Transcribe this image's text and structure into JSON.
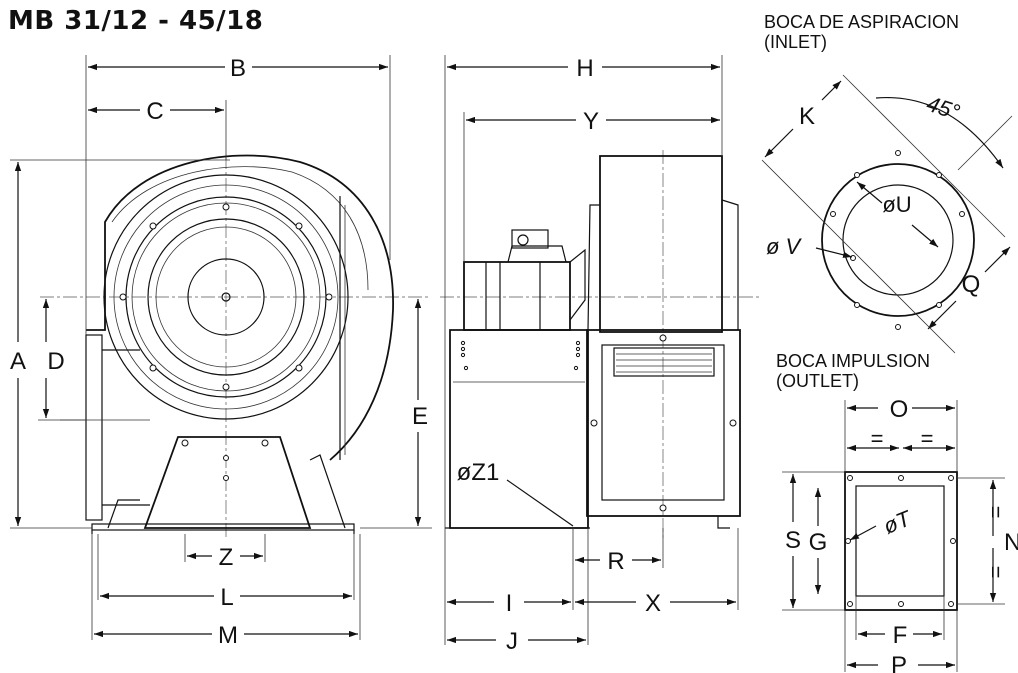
{
  "title": "MB 31/12 - 45/18",
  "inlet": {
    "line1": "BOCA DE ASPIRACION",
    "line2": "(INLET)",
    "angle": "45°"
  },
  "outlet": {
    "line1": "BOCA IMPULSION",
    "line2": "(OUTLET)"
  },
  "labels": {
    "A": "A",
    "B": "B",
    "C": "C",
    "D": "D",
    "E": "E",
    "H": "H",
    "Y": "Y",
    "K": "K",
    "Q": "Q",
    "U": "øU",
    "V": "ø V",
    "Z1": "øZ1",
    "Z": "Z",
    "L": "L",
    "M": "M",
    "I": "I",
    "J": "J",
    "R": "R",
    "X": "X",
    "O": "O",
    "S": "S",
    "G": "G",
    "T": "øT",
    "N": "N",
    "F": "F",
    "P": "P",
    "eq": "="
  }
}
